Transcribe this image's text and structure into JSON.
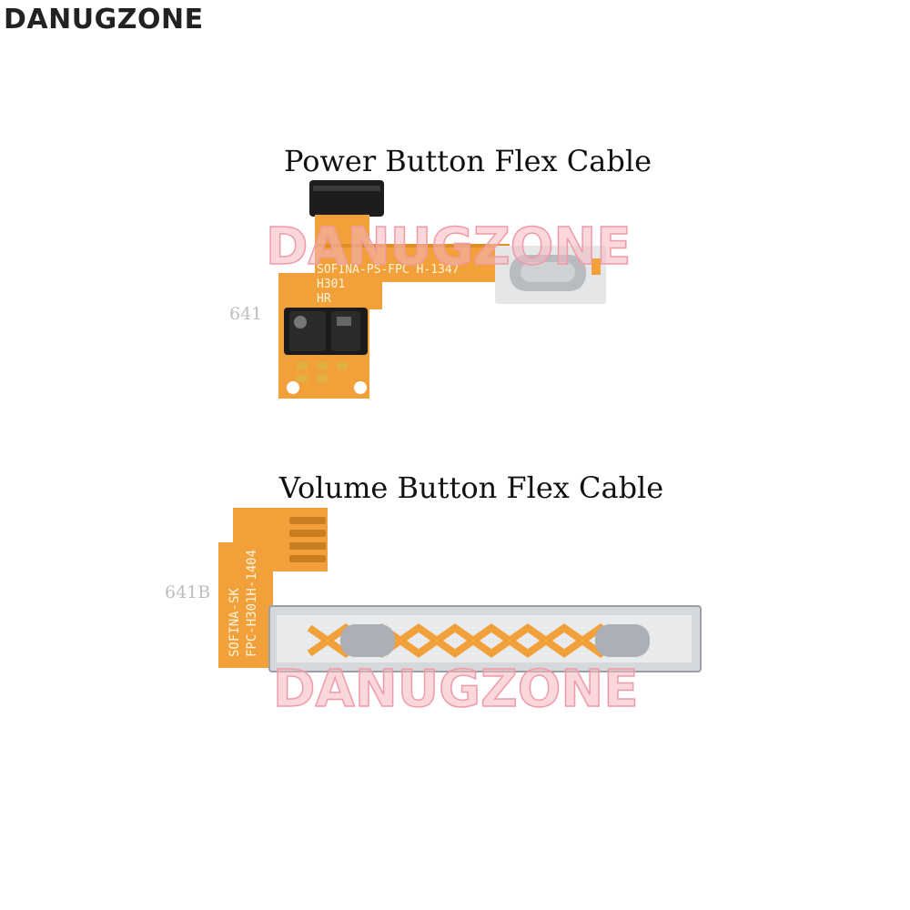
{
  "brand": {
    "name": "DANUGZONE"
  },
  "products": {
    "power": {
      "title": "Power Button Flex Cable",
      "model_label": "641",
      "pcb_print": [
        "SOFINA-PS-FPC H-1347",
        "H301",
        "HR"
      ]
    },
    "volume": {
      "title": "Volume Button Flex Cable",
      "model_label": "641B",
      "pcb_print": [
        "SOFINA-SK",
        "FPC-H301H-1404"
      ]
    }
  },
  "watermark": {
    "text": "DANUGZONE",
    "color": "#f4b6be"
  },
  "colors": {
    "flex_orange": "#f2a13a",
    "flex_dark": "#d98622",
    "steel": "#c9ccd0",
    "sensor_black": "#1b1b1b"
  }
}
